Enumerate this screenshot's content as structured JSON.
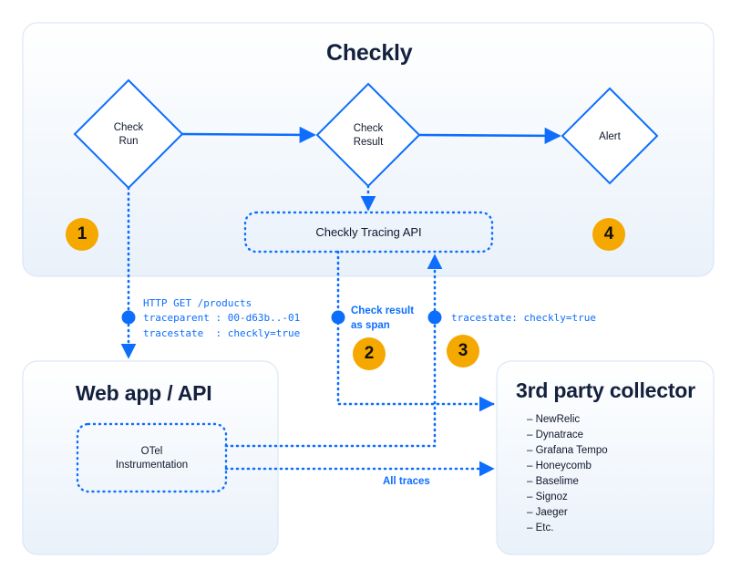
{
  "panels": {
    "checkly": {
      "title": "Checkly"
    },
    "webapp": {
      "title": "Web app / API"
    },
    "collector": {
      "title": "3rd party collector",
      "items": [
        "NewRelic",
        "Dynatrace",
        "Grafana Tempo",
        "Honeycomb",
        "Baselime",
        "Signoz",
        "Jaeger",
        "Etc."
      ]
    }
  },
  "nodes": {
    "check_run_line1": "Check",
    "check_run_line2": "Run",
    "check_result_line1": "Check",
    "check_result_line2": "Result",
    "alert": "Alert",
    "tracing_api": "Checkly Tracing API",
    "otel_line1": "OTel",
    "otel_line2": "Instrumentation"
  },
  "badges": {
    "one": "1",
    "two": "2",
    "three": "3",
    "four": "4"
  },
  "notes": {
    "http_request": "HTTP GET /products\ntraceparent : 00-d63b..-01\ntracestate  : checkly=true",
    "check_result_as_span": "Check result\nas span",
    "tracestate": "tracestate: checkly=true",
    "all_traces": "All traces"
  },
  "colors": {
    "accent_blue": "#0d6efd",
    "badge_orange": "#f5a800",
    "panel_border": "#dbe5f0",
    "text_dark": "#10182b"
  }
}
